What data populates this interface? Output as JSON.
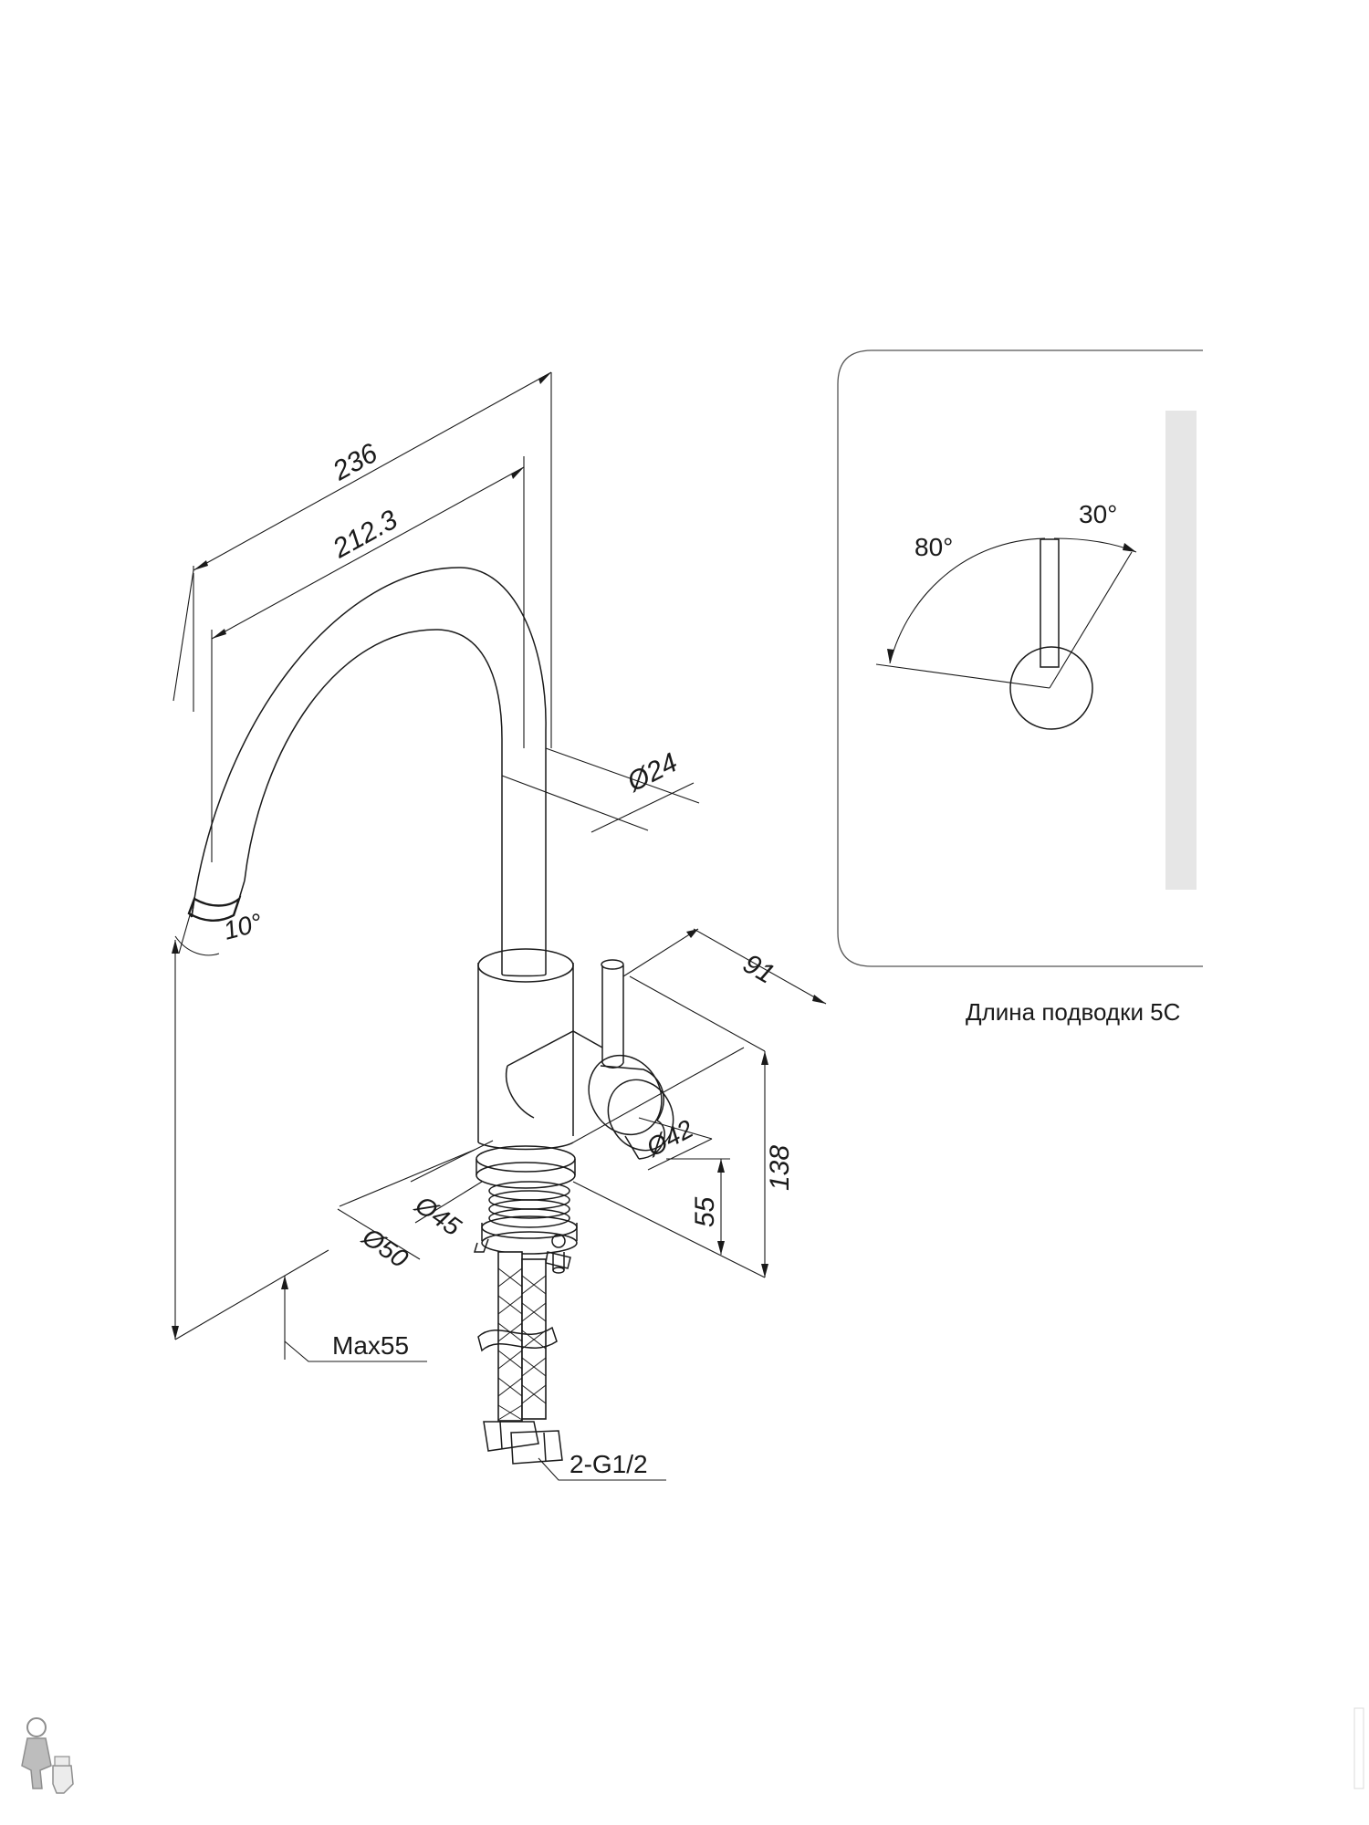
{
  "dimensions": {
    "length_total": "236",
    "length_spout": "212.3",
    "spout_diameter": "Ø24",
    "spout_tilt": "10°",
    "lever_reach": "91",
    "handle_diameter": "Ø42",
    "base_height": "138",
    "mount_height": "55",
    "base_diameter_inner": "Ø45",
    "base_diameter_outer": "Ø50",
    "countertop_max": "Max55",
    "connection_thread": "2-G1/2"
  },
  "inset": {
    "angle_left": "80°",
    "angle_right": "30°",
    "caption": "Длина подводки 5С"
  },
  "colors": {
    "line": "#1a1a1a",
    "inset_bar": "#e6e6e6",
    "inset_border": "#555555"
  }
}
